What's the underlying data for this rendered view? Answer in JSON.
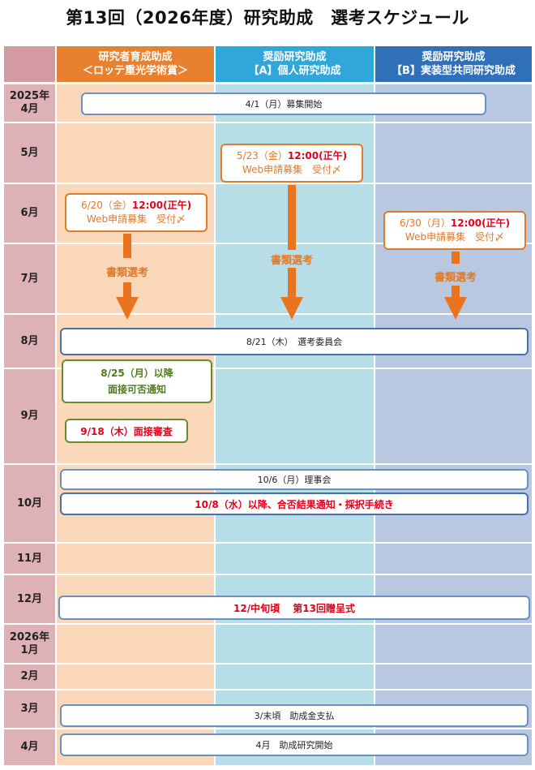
{
  "title": "第13回（2026年度）研究助成　選考スケジュール",
  "headers": {
    "lotte": {
      "line1": "研究者育成助成",
      "line2": "＜ロッテ重光学術賞＞"
    },
    "a": {
      "line1": "奨励研究助成",
      "line2": "【A】個人研究助成"
    },
    "b": {
      "line1": "奨励研究助成",
      "line2": "【B】実装型共同研究助成"
    }
  },
  "months": [
    {
      "line1": "2025年",
      "line2": "4月"
    },
    {
      "line1": "5月",
      "line2": ""
    },
    {
      "line1": "6月",
      "line2": ""
    },
    {
      "line1": "7月",
      "line2": ""
    },
    {
      "line1": "8月",
      "line2": ""
    },
    {
      "line1": "9月",
      "line2": ""
    },
    {
      "line1": "10月",
      "line2": ""
    },
    {
      "line1": "11月",
      "line2": ""
    },
    {
      "line1": "12月",
      "line2": ""
    },
    {
      "line1": "2026年",
      "line2": "1月"
    },
    {
      "line1": "2月",
      "line2": ""
    },
    {
      "line1": "3月",
      "line2": ""
    },
    {
      "line1": "4月",
      "line2": ""
    }
  ],
  "events": {
    "recruit_start": "4/1（月）募集開始",
    "deadline_a": {
      "date": "5/23（金）",
      "time": "12:00(正午)",
      "text": "Web申請募集　受付〆"
    },
    "deadline_lotte": {
      "date": "6/20（金）",
      "time": "12:00(正午)",
      "text": "Web申請募集　受付〆"
    },
    "deadline_b": {
      "date": "6/30（月）",
      "time": "12:00(正午)",
      "text": "Web申請募集　受付〆"
    },
    "screening_label": "書類選考",
    "committee": "8/21（木）　選考委員会",
    "interview_notice": {
      "line1": "8/25（月）以降",
      "line2": "面接可否通知"
    },
    "interview": "9/18（木）面接審査",
    "board": "10/6（月）理事会",
    "result_notice": "10/8（水）以降、合否結果通知・採択手続き",
    "award": "12/中旬頃　 第13回贈呈式",
    "payment": "3/末頃　助成金支払",
    "research_start": "4月　助成研究開始"
  },
  "colors": {
    "header_lotte": "#e8812f",
    "header_a": "#2fa7d8",
    "header_b": "#2f70b8",
    "month_bg": "#ddb1b6",
    "arrow": "#e8741e",
    "deadline_red": "#e3001b"
  }
}
